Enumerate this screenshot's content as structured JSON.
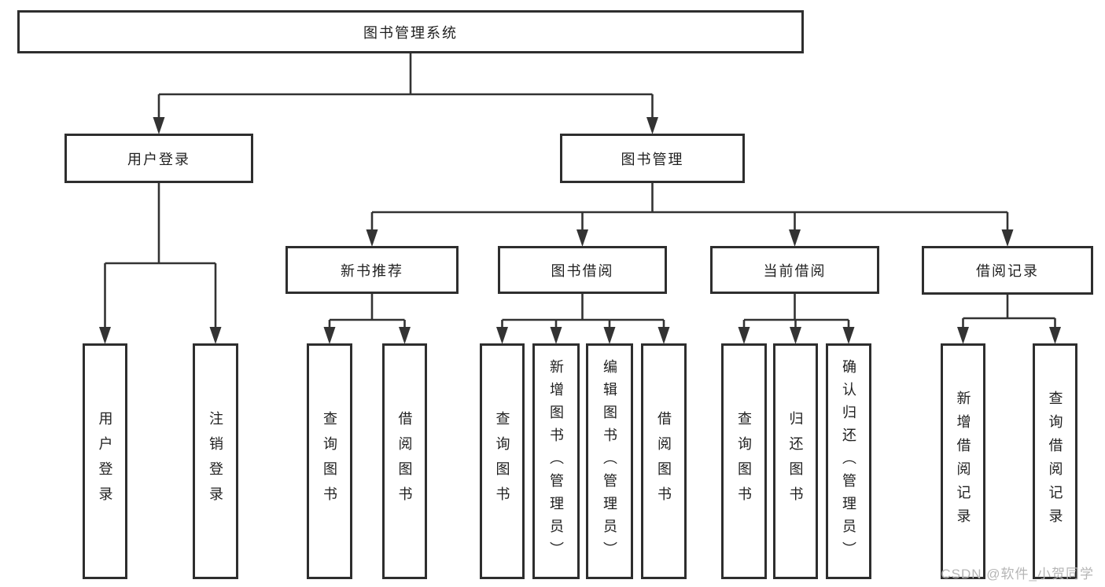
{
  "tree": {
    "root": {
      "id": "root",
      "label": "图书管理系统",
      "children": [
        {
          "id": "user-login",
          "label": "用户登录",
          "children": [
            {
              "id": "user-login-leaf",
              "label": "用户登录"
            },
            {
              "id": "logout-leaf",
              "label": "注销登录"
            }
          ]
        },
        {
          "id": "book-mgmt",
          "label": "图书管理",
          "children": [
            {
              "id": "new-book-recommend",
              "label": "新书推荐",
              "children": [
                {
                  "id": "nbr-query-book",
                  "label": "查询图书"
                },
                {
                  "id": "nbr-borrow-book",
                  "label": "借阅图书"
                }
              ]
            },
            {
              "id": "book-borrow",
              "label": "图书借阅",
              "children": [
                {
                  "id": "bb-query-book",
                  "label": "查询图书"
                },
                {
                  "id": "bb-add-book",
                  "label": "新增图书（管理员）"
                },
                {
                  "id": "bb-edit-book",
                  "label": "编辑图书（管理员）"
                },
                {
                  "id": "bb-borrow-book",
                  "label": "借阅图书"
                }
              ]
            },
            {
              "id": "current-borrow",
              "label": "当前借阅",
              "children": [
                {
                  "id": "cb-query-book",
                  "label": "查询图书"
                },
                {
                  "id": "cb-return-book",
                  "label": "归还图书"
                },
                {
                  "id": "cb-confirm-return",
                  "label": "确认归还（管理员）"
                }
              ]
            },
            {
              "id": "borrow-records",
              "label": "借阅记录",
              "children": [
                {
                  "id": "br-add-record",
                  "label": "新增借阅记录"
                },
                {
                  "id": "br-query-record",
                  "label": "查询借阅记录"
                }
              ]
            }
          ]
        }
      ]
    }
  },
  "watermark": "CSDN @软件_小贺同学",
  "colors": {
    "line": "#333333",
    "arrow": "#333333",
    "box_border": "#2e2e2e",
    "text": "#1f1f1f",
    "background": "#ffffff",
    "watermark": "#b5b5b5"
  }
}
